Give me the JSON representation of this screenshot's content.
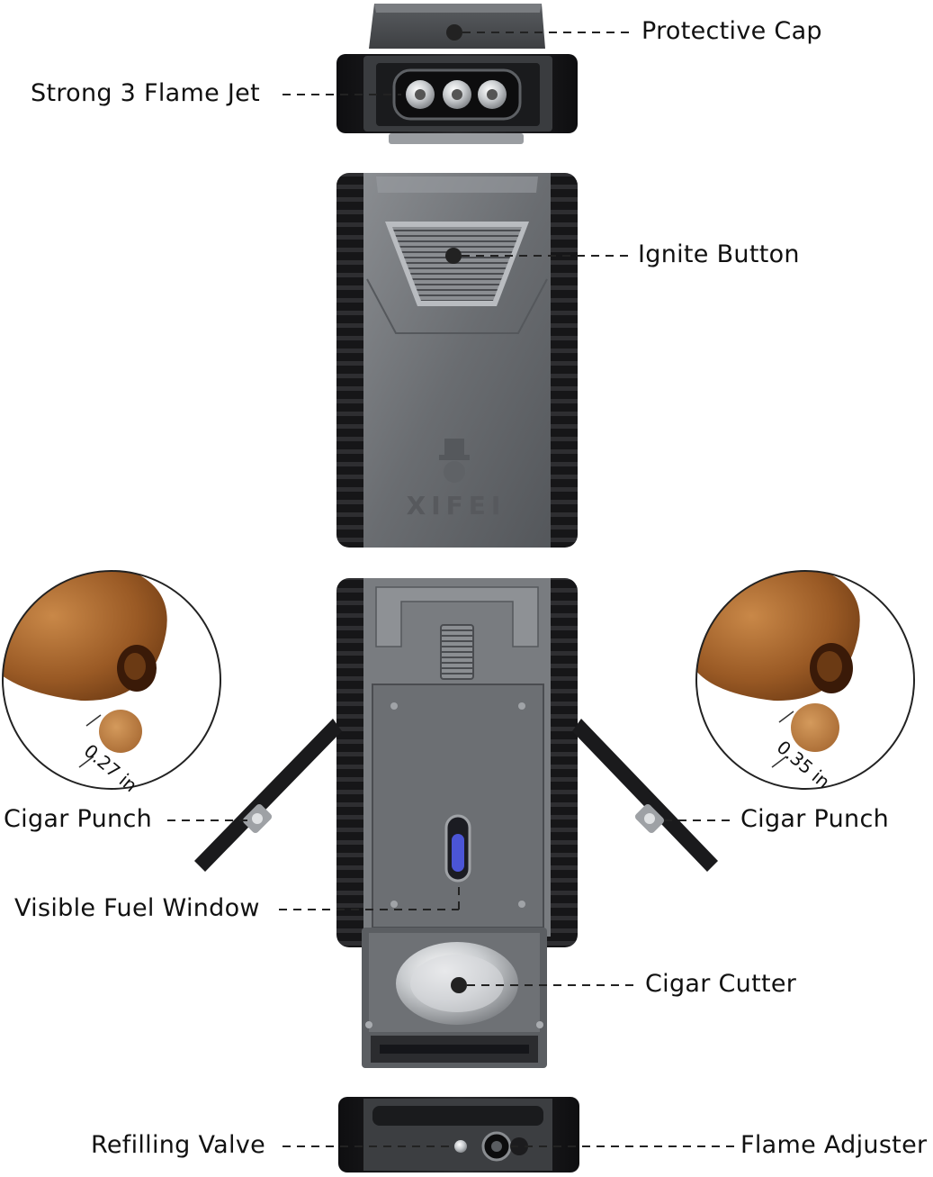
{
  "labels": {
    "protective_cap": "Protective Cap",
    "flame_jet": "Strong 3 Flame Jet",
    "ignite_button": "Ignite Button",
    "cigar_punch_left": "Cigar Punch",
    "cigar_punch_right": "Cigar Punch",
    "fuel_window": "Visible Fuel Window",
    "cigar_cutter": "Cigar Cutter",
    "refilling_valve": "Refilling Valve",
    "flame_adjuster": "Flame Adjuster"
  },
  "brand": "XIFEI",
  "punch_sizes": {
    "left": "0.27 in",
    "right": "0.35 in"
  },
  "colors": {
    "body_gray": "#6b6e72",
    "rubber_black": "#1c1c1e",
    "tobacco": "#a0612b",
    "fuel_window_blue": "#4b55d6"
  }
}
